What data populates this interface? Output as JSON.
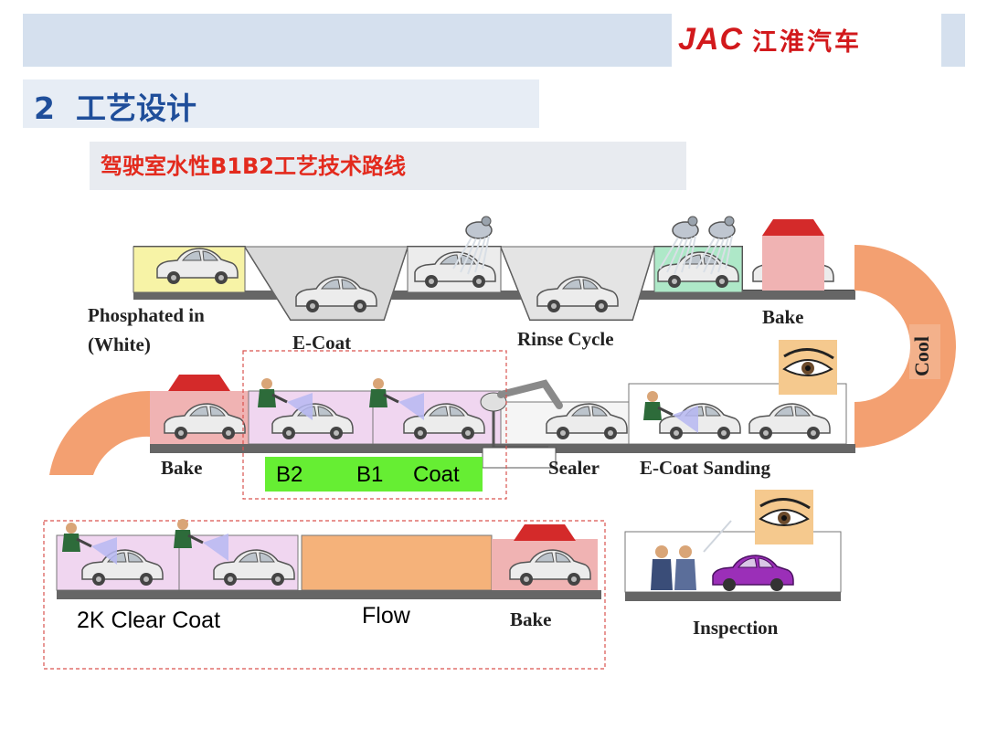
{
  "header": {
    "logo_text": "JAC",
    "logo_cn": "江淮汽车",
    "brand_color": "#d2191c"
  },
  "section": {
    "number": "2",
    "title": "工艺设计"
  },
  "subtitle": "驾驶室水性B1B2工艺技术路线",
  "diagram": {
    "stage_labels": {
      "phosphated_line1": "Phosphated in",
      "phosphated_line2": "(White)",
      "ecoat": "E-Coat",
      "rinse": "Rinse Cycle",
      "bake_top": "Bake",
      "cool": "Cool",
      "bake_mid": "Bake",
      "sealer": "Sealer",
      "ecoat_sanding": "E-Coat Sanding",
      "b2": "B2",
      "b1": "B1",
      "coat": "Coat",
      "clear_coat": "2K Clear Coat",
      "flow": "Flow",
      "bake_bottom": "Bake",
      "inspection": "Inspection"
    },
    "icons": [
      "car-icon",
      "shower-icon",
      "oven-icon",
      "eye-icon",
      "painter-icon",
      "robot-arm-icon",
      "inspector-icon"
    ],
    "colors": {
      "oven_roof": "#d42a2a",
      "spray_booth": "#f0d6f0",
      "coat_highlight": "#66ee33",
      "phosphate": "#f7f3a6",
      "rinse_green": "#aee8c8",
      "flow_zone": "#f5b27a",
      "dashed_frame": "#d9534f"
    }
  }
}
